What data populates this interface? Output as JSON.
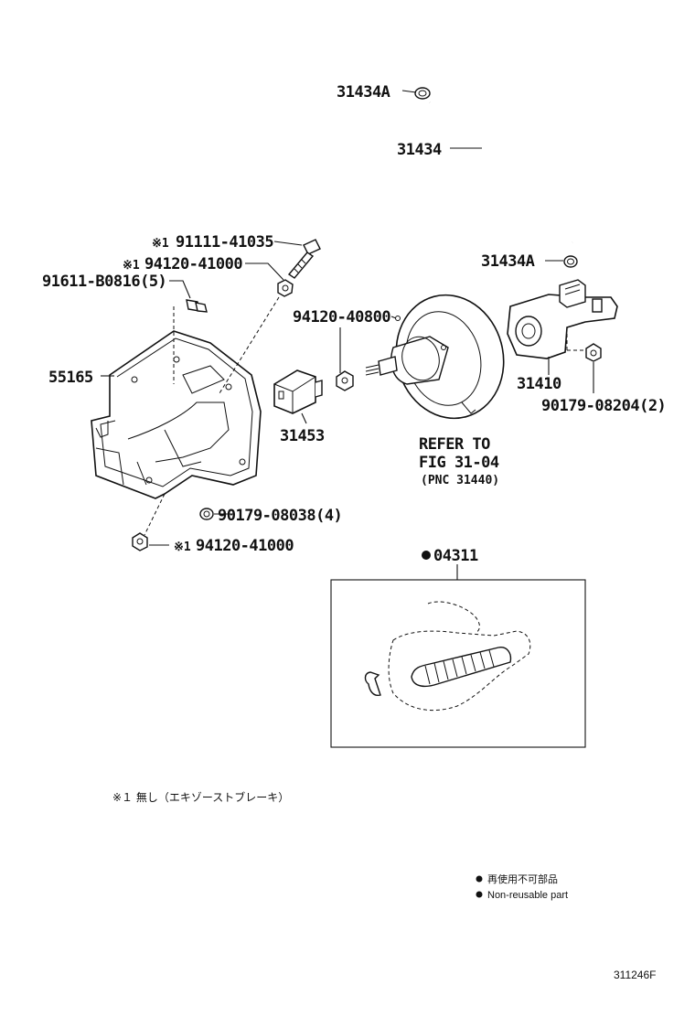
{
  "labels": {
    "hose_clamp_top": "31434A",
    "hose": "31434",
    "hose_clamp_bottom": "31434A",
    "bolt": "91111-41035",
    "nut_upper": "94120-41000",
    "bolt_small": "91611-B0816(5)",
    "bracket": "55165",
    "nut_mid": "94120-40800",
    "switch": "31453",
    "master_cylinder": "31410",
    "nut_cyl": "90179-08204(2)",
    "refer_line1": "REFER TO",
    "refer_line2": "FIG 31-04",
    "refer_line3": "(PNC 31440)",
    "nut_bracket": "90179-08038(4)",
    "nut_lower": "94120-41000",
    "kit": "04311"
  },
  "marks": {
    "kome": "※1"
  },
  "notes": {
    "footnote": "※１ 無し（エキゾーストブレーキ）",
    "legend_jp": "再使用不可部品",
    "legend_en": "Non-reusable part",
    "figure_code": "311246F"
  },
  "icons": {
    "bullet": "filled-circle-icon"
  }
}
